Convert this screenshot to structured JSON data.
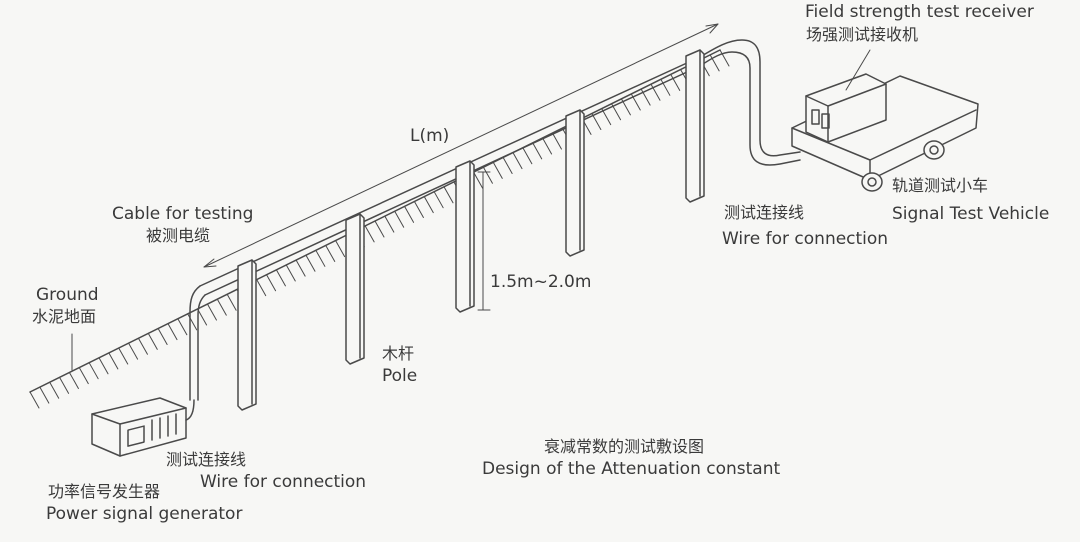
{
  "labels": {
    "receiver_en": "Field strength test receiver",
    "receiver_zh": "场强测试接收机",
    "length_label": "L(m)",
    "cable_en": "Cable for testing",
    "cable_zh": "被测电缆",
    "ground_en": "Ground",
    "ground_zh": "水泥地面",
    "height_label": "1.5m~2.0m",
    "pole_zh": "木杆",
    "pole_en": "Pole",
    "wire_right_zh": "测试连接线",
    "wire_right_en": "Wire for connection",
    "vehicle_zh": "轨道测试小车",
    "vehicle_en": "Signal Test Vehicle",
    "caption_zh": "衰减常数的测试敷设图",
    "caption_en": "Design of the Attenuation constant",
    "wire_left_zh": "测试连接线",
    "wire_left_en": "Wire for connection",
    "generator_zh": "功率信号发生器",
    "generator_en": "Power signal generator"
  },
  "colors": {
    "line": "#4a4a4a",
    "text": "#3a3a3a",
    "background": "#f7f7f5"
  }
}
